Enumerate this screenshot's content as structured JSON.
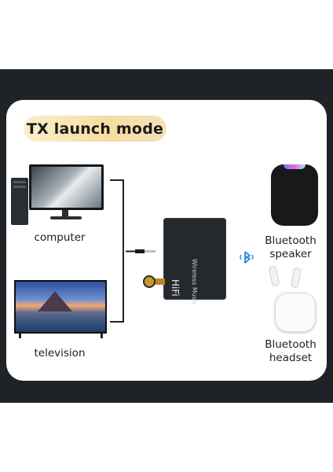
{
  "title": "TX launch mode",
  "sources": [
    {
      "label": "computer"
    },
    {
      "label": "television"
    }
  ],
  "device": {
    "side_text": "Wireless Music",
    "brand_text": "HiFi"
  },
  "outputs": [
    {
      "label_line1": "Bluetooth",
      "label_line2": "speaker"
    },
    {
      "label_line1": "Bluetooth",
      "label_line2": "headset"
    }
  ],
  "icons": {
    "bluetooth": "bluetooth-icon"
  },
  "colors": {
    "band": "#1f2327",
    "title_pill": "#f6dca3",
    "bluetooth": "#2c8be0"
  }
}
